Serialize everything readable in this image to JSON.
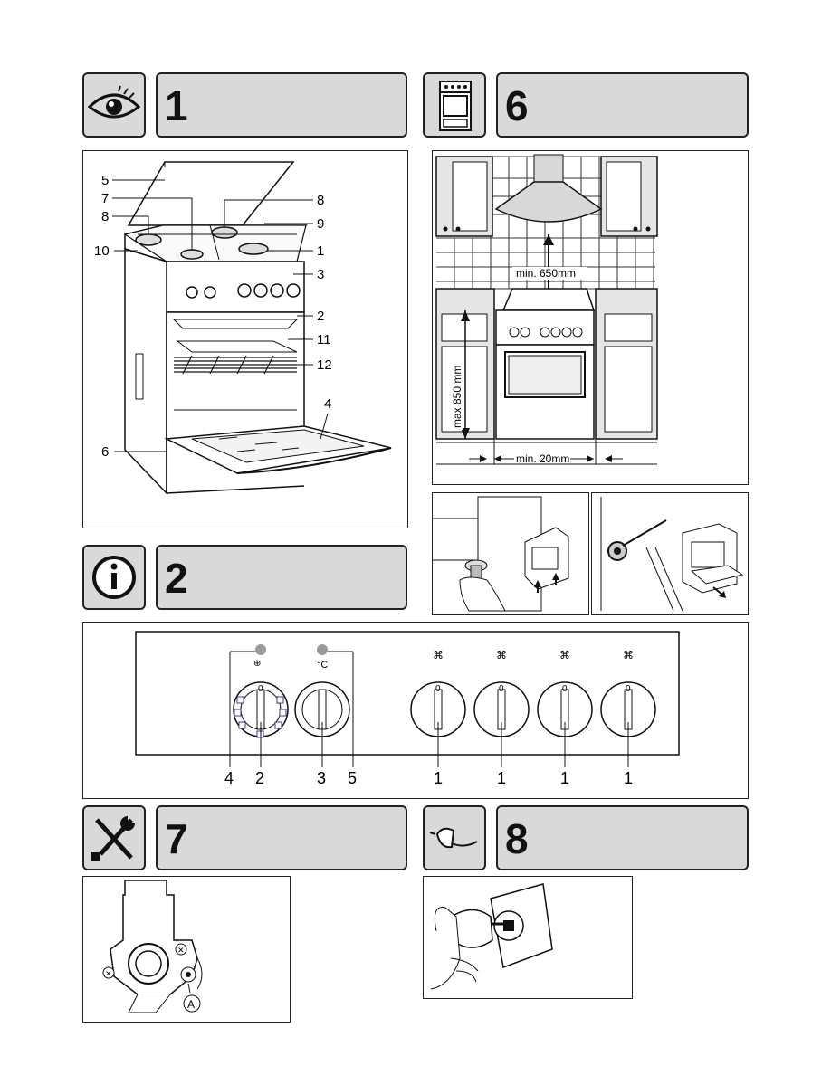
{
  "sections": {
    "s1": {
      "number": "1",
      "icon": "eye-icon"
    },
    "s6": {
      "number": "6",
      "icon": "cooker-icon"
    },
    "s2": {
      "number": "2",
      "icon": "info-icon"
    },
    "s7": {
      "number": "7",
      "icon": "tools-icon"
    },
    "s8": {
      "number": "8",
      "icon": "plug-icon"
    }
  },
  "cooker_callouts": [
    "5",
    "7",
    "8",
    "8",
    "9",
    "10",
    "1",
    "3",
    "2",
    "11",
    "12",
    "4",
    "6"
  ],
  "installation": {
    "min_hood": "min. 650mm",
    "max_height": "max 850 mm",
    "min_gap": "min. 20mm"
  },
  "control_panel": {
    "callouts": [
      "4",
      "2",
      "3",
      "5",
      "1",
      "1",
      "1",
      "1"
    ],
    "knob_zero": "0",
    "temp_unit": "°C"
  },
  "valve_label": "A"
}
